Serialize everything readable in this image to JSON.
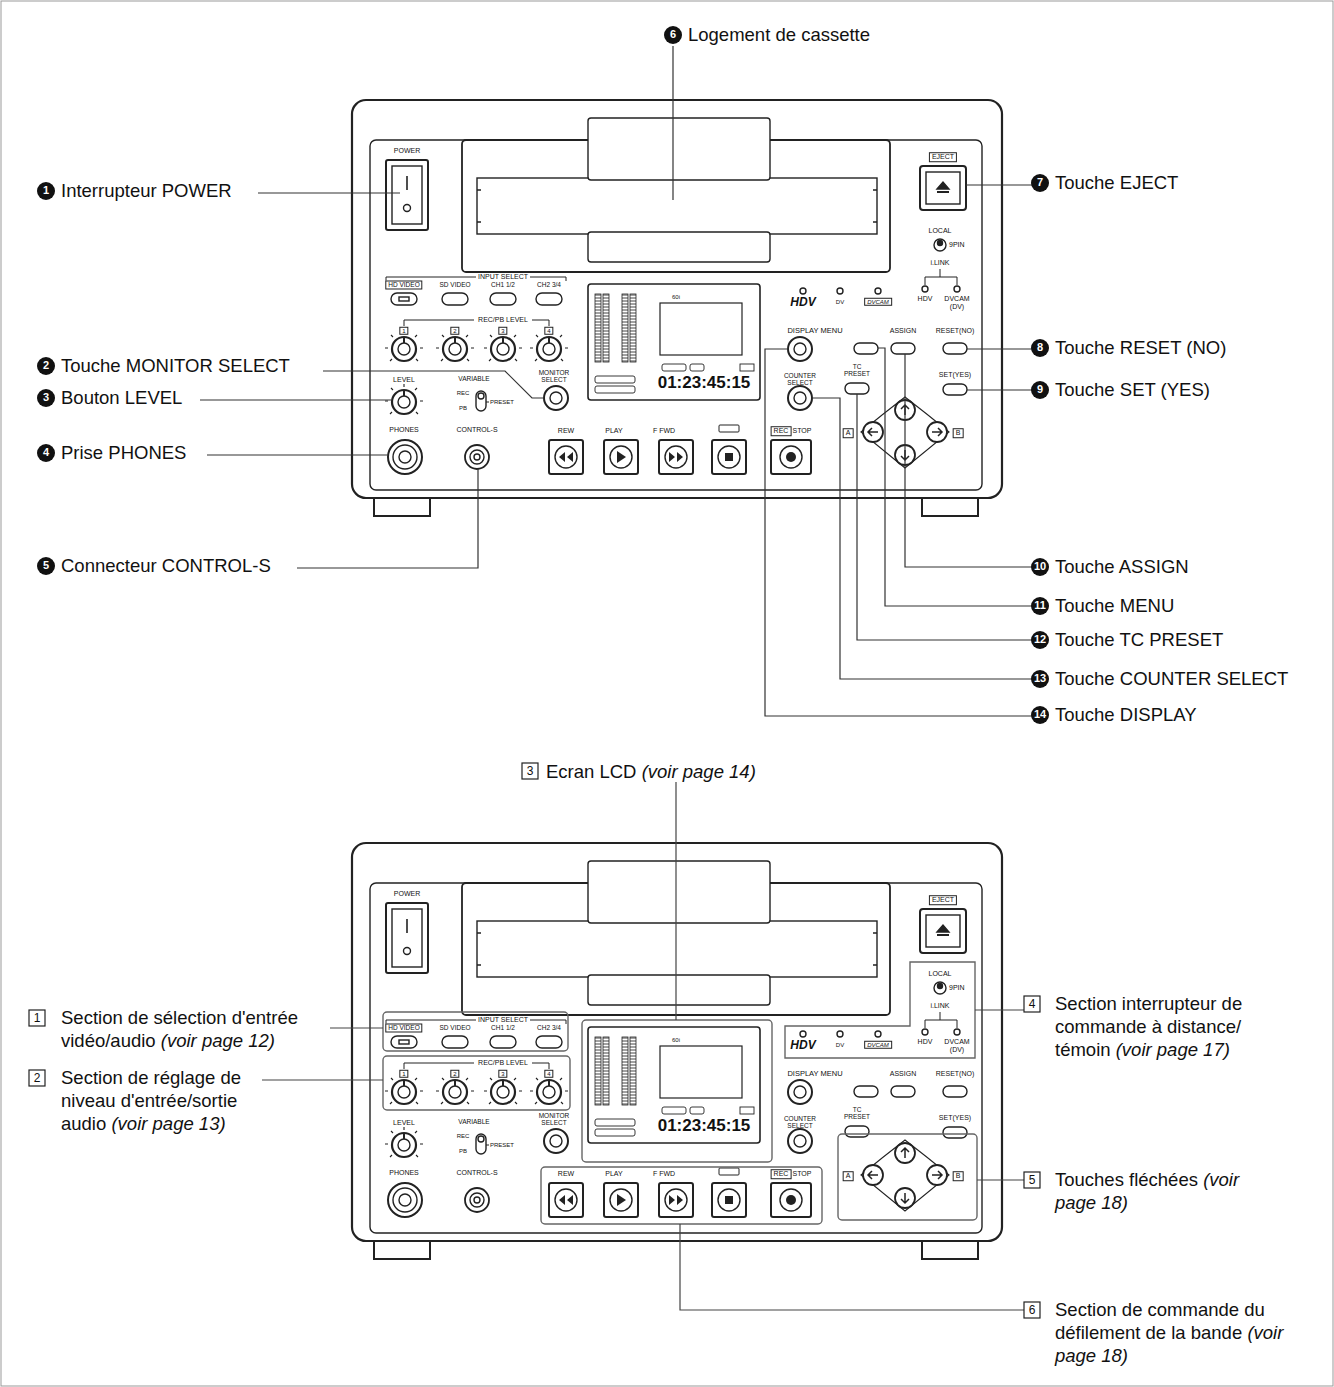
{
  "diagram": {
    "labels": [
      "6",
      "Logement de cassette",
      "1",
      "Interrupteur POWER",
      "7",
      "Touche EJECT",
      "8",
      "Touche RESET (NO)",
      "2",
      "Touche MONITOR SELECT",
      "9",
      "Touche SET (YES)",
      "3",
      "Bouton LEVEL",
      "4",
      "Prise PHONES",
      "5",
      "Connecteur CONTROL-S",
      "10",
      "Touche ASSIGN",
      "11",
      "Touche MENU",
      "12",
      "Touche TC PRESET",
      "13",
      "Touche COUNTER SELECT",
      "14",
      "Touche DISPLAY",
      "POWER",
      "EJECT",
      "LOCAL",
      "9PIN",
      "i.LINK",
      "HDV",
      "DVCAM (DV)",
      "HDV",
      "DV",
      "DVCAM",
      "INPUT SELECT",
      "HD VIDEO",
      "SD VIDEO",
      "CH1 1/2",
      "CH2 3/4",
      "REC/PB LEVEL",
      "1",
      "2",
      "3",
      "4",
      "LEVEL",
      "VARIABLE",
      "REC",
      "PB",
      "PRESET",
      "MONITOR SELECT",
      "PHONES",
      "CONTROL-S",
      "60i",
      "01:23:45:15",
      "DISPLAY MENU",
      "ASSIGN",
      "RESET(NO)",
      "TC PRESET",
      "COUNTER SELECT",
      "SET(YES)",
      "A",
      "B",
      "REW",
      "PLAY",
      "F FWD",
      "REC",
      "STOP",
      "3",
      "Ecran LCD",
      "(voir page 14)",
      "1",
      "Section de sélection d'entrée vidéo/audio",
      "(voir page 12)",
      "4",
      "Section interrupteur de commande à distance/ témoin",
      "(voir page 17)",
      "2",
      "Section de réglage de niveau d'entrée/sortie audio",
      "(voir page 13)",
      "5",
      "Touches fléchées",
      "(voir page 18)",
      "6",
      "Section de commande du défilement de la bande",
      "(voir page 18)",
      "POWER",
      "EJECT",
      "LOCAL",
      "9PIN",
      "i.LINK",
      "HDV",
      "DVCAM (DV)",
      "HDV",
      "DV",
      "DVCAM",
      "INPUT SELECT",
      "HD VIDEO",
      "SD VIDEO",
      "CH1 1/2",
      "CH2 3/4",
      "REC/PB LEVEL",
      "1",
      "2",
      "3",
      "4",
      "LEVEL",
      "VARIABLE",
      "REC",
      "PB",
      "PRESET",
      "MONITOR SELECT",
      "PHONES",
      "CONTROL-S",
      "60i",
      "01:23:45:15",
      "DISPLAY MENU",
      "ASSIGN",
      "RESET(NO)",
      "TC PRESET",
      "COUNTER SELECT",
      "SET(YES)",
      "A",
      "B",
      "REW",
      "PLAY",
      "F FWD",
      "REC",
      "STOP"
    ]
  }
}
